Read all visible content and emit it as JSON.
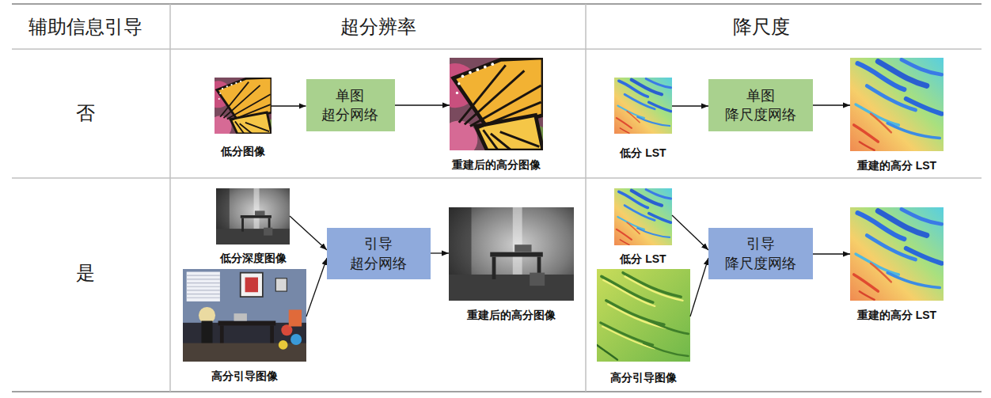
{
  "diagram": {
    "nodes": [
      {
        "text": [
          "低分图像"
        ]
      },
      {
        "text": [
          "单图 超分网络"
        ]
      },
      {
        "text": [
          "重建后的高分图像"
        ]
      },
      {
        "text": [
          "低分 LST"
        ]
      },
      {
        "text": [
          "单图 降尺度网络"
        ]
      },
      {
        "text": [
          "重建的高分 LST"
        ]
      },
      {
        "text": [
          "低分深度图像"
        ]
      },
      {
        "text": [
          "高分引导图像"
        ]
      },
      {
        "text": [
          "引导 超分网络"
        ]
      },
      {
        "text": [
          "重建后的高分图像"
        ]
      },
      {
        "text": [
          "低分 LST"
        ]
      },
      {
        "text": [
          "高分引导图像"
        ]
      },
      {
        "text": [
          "引导 降尺度网络"
        ]
      },
      {
        "text": [
          "重建的高分 LST"
        ]
      }
    ],
    "edges": [
      {
        "from": 0,
        "to": 1,
        "arrow": "to"
      },
      {
        "from": 1,
        "to": 2,
        "arrow": "to"
      },
      {
        "from": 3,
        "to": 4,
        "arrow": "to"
      },
      {
        "from": 4,
        "to": 5,
        "arrow": "to"
      },
      {
        "from": 6,
        "to": 8,
        "arrow": "to"
      },
      {
        "from": 7,
        "to": 8,
        "arrow": "to"
      },
      {
        "from": 8,
        "to": 9,
        "arrow": "to"
      },
      {
        "from": 10,
        "to": 12,
        "arrow": "to"
      },
      {
        "from": 11,
        "to": 12,
        "arrow": "to"
      },
      {
        "from": 12,
        "to": 13,
        "arrow": "to"
      }
    ],
    "labels": [
      "辅助信息引导",
      "超分辨率",
      "降尺度",
      "否",
      "是"
    ]
  }
}
